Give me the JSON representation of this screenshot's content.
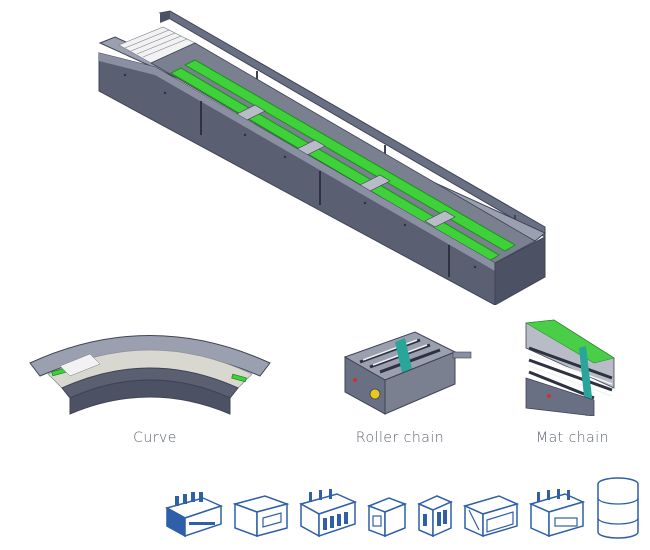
{
  "captions": {
    "curve": "Curve",
    "roller_chain": "Roller chain",
    "mat_chain": "Mat chain"
  },
  "colors": {
    "frame": "#5a6072",
    "frame_dark": "#3f4455",
    "frame_light": "#8a90a2",
    "green": "#3fd13a",
    "green_dark": "#1e8f1e",
    "teal": "#2aa59a",
    "product_blue": "#2f5fa8",
    "caption": "#5c6470"
  },
  "product_icons": [
    "bottle-crate-filled-icon",
    "carton-box-icon",
    "bottle-crate-icon",
    "small-box-icon",
    "six-pack-icon",
    "open-crate-icon",
    "bottle-crate-tall-icon",
    "keg-icon"
  ]
}
